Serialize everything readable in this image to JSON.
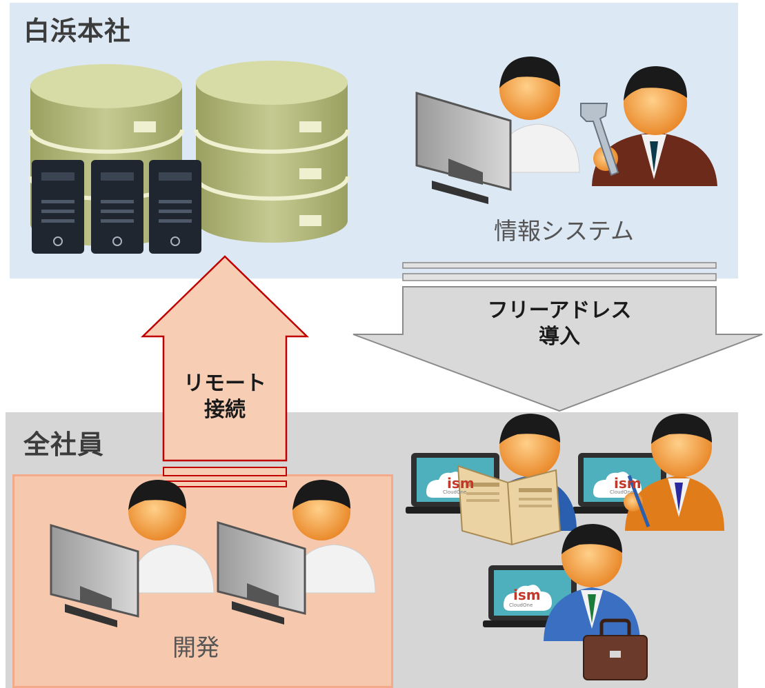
{
  "regions": {
    "hq": {
      "title": "白浜本社",
      "caption": "情報システム"
    },
    "all_staff": {
      "title": "全社員"
    },
    "dev": {
      "caption": "開発"
    }
  },
  "arrows": {
    "remote": {
      "line1": "リモート",
      "line2": "接続"
    },
    "free_address": {
      "line1": "フリーアドレス",
      "line2": "導入"
    }
  },
  "laptop_logo": {
    "brand": "ism",
    "sub": "CloudOne"
  },
  "colors": {
    "hq_bg": "#dce8f4",
    "all_staff_bg": "#d6d6d6",
    "dev_bg": "#f6c8ae",
    "remote_arrow": "#c00000",
    "free_arrow": "#d9d9d9",
    "db": "#bfc48a",
    "server": "#1f2630",
    "skin": "#f5a24a"
  }
}
